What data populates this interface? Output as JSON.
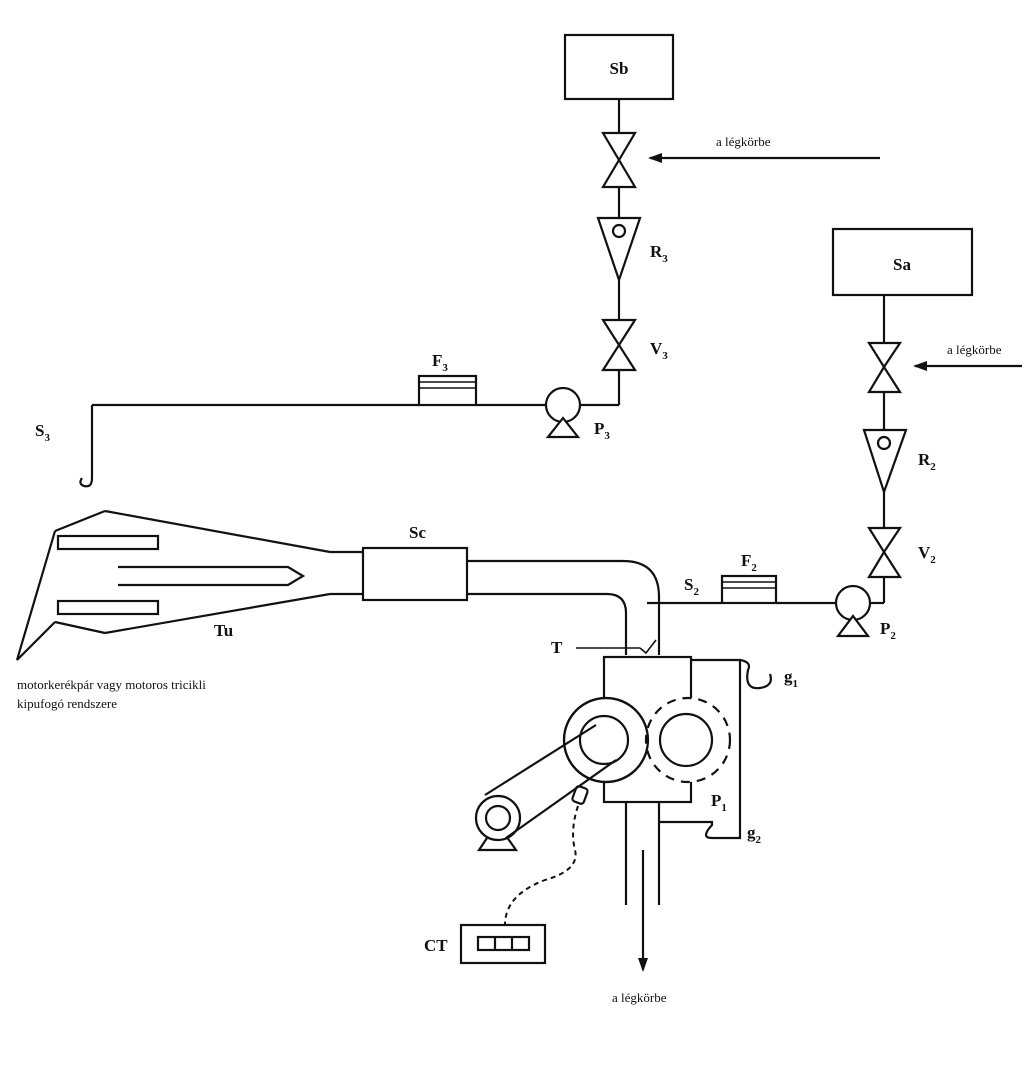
{
  "labels": {
    "sb": "Sb",
    "sa": "Sa",
    "sc": "Sc",
    "tu": "Tu",
    "t": "T",
    "ct": "CT",
    "f3": "F",
    "f3_sub": "3",
    "r3": "R",
    "r3_sub": "3",
    "v3": "V",
    "v3_sub": "3",
    "p3": "P",
    "p3_sub": "3",
    "s3": "S",
    "s3_sub": "3",
    "f2": "F",
    "f2_sub": "2",
    "r2": "R",
    "r2_sub": "2",
    "v2": "V",
    "v2_sub": "2",
    "p2": "P",
    "p2_sub": "2",
    "s2": "S",
    "s2_sub": "2",
    "p1": "P",
    "p1_sub": "1",
    "g1": "g",
    "g1_sub": "1",
    "g2": "g",
    "g2_sub": "2"
  },
  "notes": {
    "atm_top": "a légkörbe",
    "atm_right": "a légkörbe",
    "atm_bottom": "a légkörbe",
    "exhaust_line1": "motorkerékpár vagy motoros tricikli",
    "exhaust_line2": "kipufogó rendszere"
  }
}
